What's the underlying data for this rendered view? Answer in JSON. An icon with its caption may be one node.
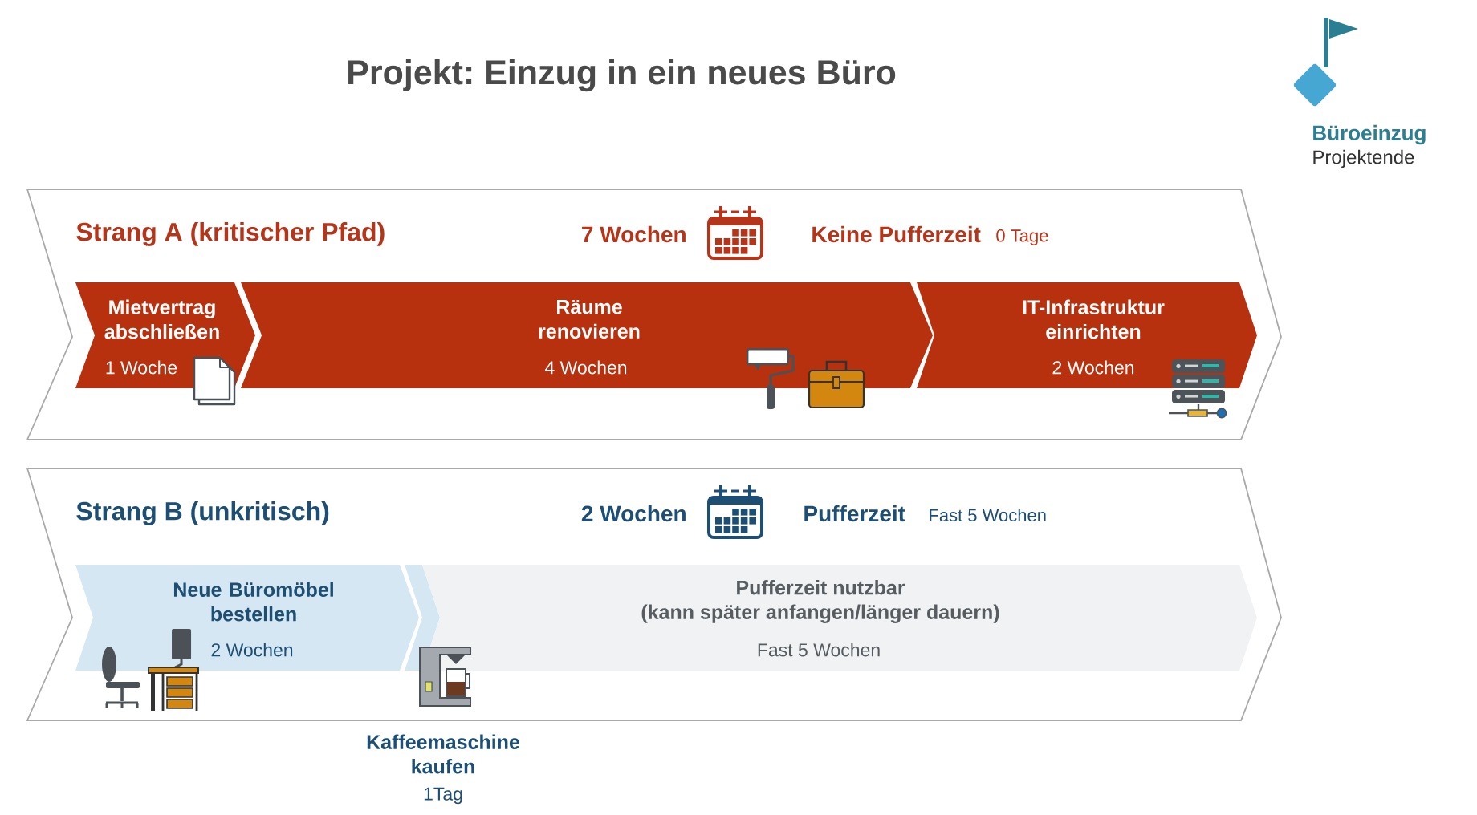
{
  "diagram": {
    "title": "Projekt: Einzug in ein neues Büro",
    "nodes": [
      {
        "text": [],
        "shape": "diamond",
        "beside": [
          "Büroeinzug",
          "Projektende"
        ]
      },
      {
        "text": [
          "Strang A (kritischer Pfad)",
          "7 Wochen",
          "Keine Pufferzeit",
          "0 Tage"
        ]
      },
      {
        "text": [
          "Mietvertrag abschließen",
          "1 Woche"
        ],
        "in": 1
      },
      {
        "text": [
          "Räume renovieren",
          "4 Wochen"
        ],
        "in": 1
      },
      {
        "text": [
          "IT-Infrastruktur einrichten",
          "2 Wochen"
        ],
        "in": 1
      },
      {
        "text": [
          "Strang B (unkritisch)",
          "2 Wochen",
          "Pufferzeit",
          "Fast 5 Wochen"
        ]
      },
      {
        "text": [
          "Neue Büromöbel bestellen",
          "2 Wochen"
        ],
        "in": 5
      },
      {
        "text": [],
        "shape": "bar",
        "in": 5,
        "beside": [
          "Kaffeemaschine kaufen",
          "1Tag"
        ]
      },
      {
        "text": [
          "Pufferzeit nutzbar (kann später anfangen/länger dauern)",
          "Fast 5 Wochen"
        ],
        "in": 5
      }
    ]
  }
}
